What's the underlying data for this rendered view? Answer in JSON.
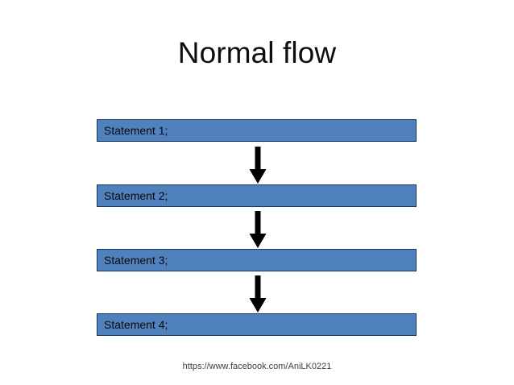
{
  "slide": {
    "title": "Normal flow",
    "background_color": "#ffffff",
    "footer_credit": "https://www.facebook.com/AniLK0221"
  },
  "diagram": {
    "type": "sequential-flowchart",
    "orientation": "vertical",
    "box_fill_color": "#4f81bd",
    "box_border_color": "#16365c",
    "box_text_color": "#0a0a0a",
    "arrow_color": "#000000",
    "steps": [
      {
        "label": "Statement 1;"
      },
      {
        "label": "Statement 2;"
      },
      {
        "label": "Statement 3;"
      },
      {
        "label": "Statement 4;"
      }
    ],
    "connectors": [
      {
        "icon": "arrow-down-icon",
        "from": "Statement 1;",
        "to": "Statement 2;"
      },
      {
        "icon": "arrow-down-icon",
        "from": "Statement 2;",
        "to": "Statement 3;"
      },
      {
        "icon": "arrow-down-icon",
        "from": "Statement 3;",
        "to": "Statement 4;"
      }
    ]
  }
}
